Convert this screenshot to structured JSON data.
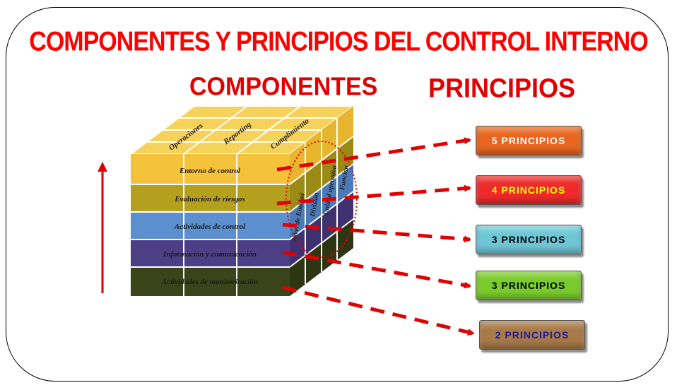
{
  "title": "COMPONENTES Y PRINCIPIOS DEL CONTROL INTERNO",
  "headers": {
    "componentes": "COMPONENTES",
    "principios": "PRINCIPIOS"
  },
  "cube": {
    "top_labels": [
      "Operaciones",
      "Reporting",
      "Cumplimiento"
    ],
    "side_labels": [
      "Nivel de Entidad",
      "División",
      "Unidad operativa",
      "Función"
    ],
    "layers": [
      {
        "label": "Entorno de control",
        "color": "#f5c33b"
      },
      {
        "label": "Evaluación de riesgos",
        "color": "#b5a01e"
      },
      {
        "label": "Actividades de control",
        "color": "#5b8fcf"
      },
      {
        "label": "Información y comunicación",
        "color": "#4c3f86"
      },
      {
        "label": "Actividades de monitorización",
        "color": "#3b4419"
      }
    ]
  },
  "principles": [
    {
      "label": "5 PRINCIPIOS",
      "bg": "#e8661e",
      "fg": "#ffffff"
    },
    {
      "label": "4 PRINCIPIOS",
      "bg": "#ee2a2a",
      "fg": "#ffff00"
    },
    {
      "label": "3 PRINCIPIOS",
      "bg": "#6fc7d6",
      "fg": "#000000"
    },
    {
      "label": "3 PRINCIPIOS",
      "bg": "#7acc2c",
      "fg": "#000000"
    },
    {
      "label": "2 PRINCIPIOS",
      "bg": "#a87a48",
      "fg": "#1a1aa0"
    }
  ]
}
